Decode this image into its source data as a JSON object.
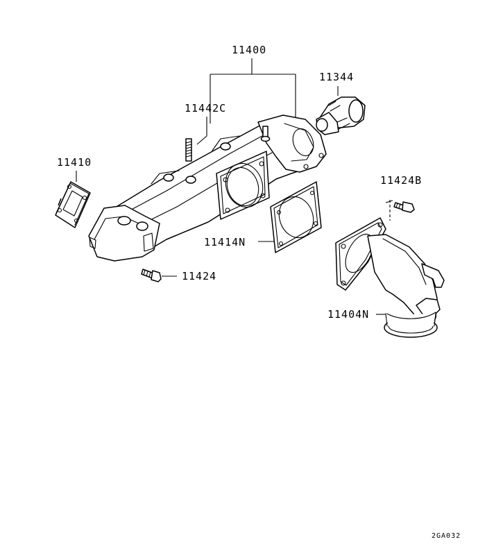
{
  "labels": {
    "manifold": "11400",
    "thermostat_housing": "11344",
    "stud": "11442C",
    "gasket_left": "11410",
    "bolt_b": "11424B",
    "gasket_flange": "11414N",
    "bolt": "11424",
    "elbow": "11404N"
  },
  "figure_code": "2GA032"
}
